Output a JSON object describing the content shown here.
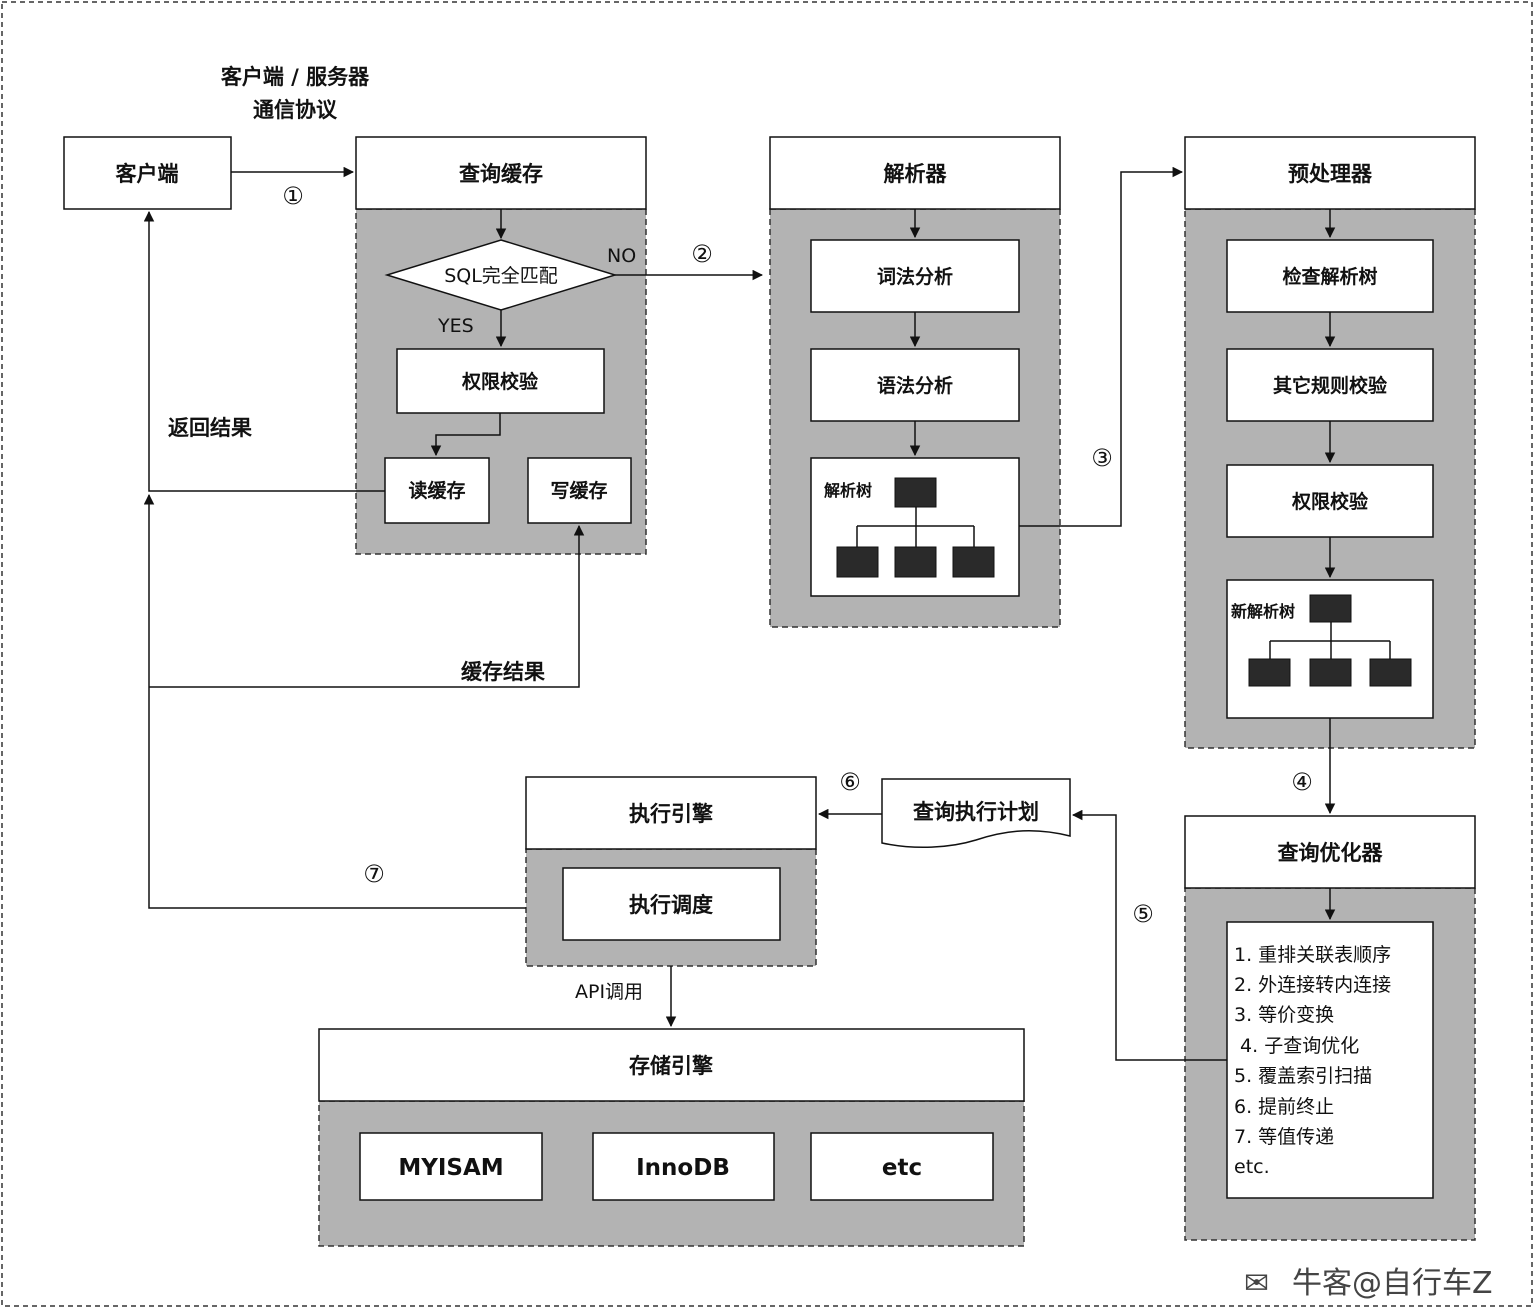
{
  "protocol_label": [
    "客户端 / 服务器",
    "通信协议"
  ],
  "client": "客户端",
  "query_cache": {
    "title": "查询缓存",
    "match": "SQL完全匹配",
    "no": "NO",
    "yes": "YES",
    "permission": "权限校验",
    "read_cache": "读缓存",
    "write_cache": "写缓存"
  },
  "parser": {
    "title": "解析器",
    "lexical": "词法分析",
    "syntax": "语法分析",
    "tree": "解析树"
  },
  "preprocessor": {
    "title": "预处理器",
    "check_tree": "检查解析树",
    "other_rules": "其它规则校验",
    "permission": "权限校验",
    "new_tree": "新解析树"
  },
  "optimizer": {
    "title": "查询优化器",
    "items": [
      "1. 重排关联表顺序",
      "2. 外连接转内连接",
      "3. 等价变换",
      " 4. 子查询优化",
      "5. 覆盖索引扫描",
      "6. 提前终止",
      "7. 等值传递",
      "etc."
    ]
  },
  "plan": "查询执行计划",
  "executor": {
    "title": "执行引擎",
    "dispatch": "执行调度"
  },
  "api_call": "API调用",
  "storage": {
    "title": "存储引擎",
    "engines": [
      "MYISAM",
      "InnoDB",
      "etc"
    ]
  },
  "return_result": "返回结果",
  "cache_result": "缓存结果",
  "steps": [
    "①",
    "②",
    "③",
    "④",
    "⑤",
    "⑥",
    "⑦"
  ],
  "watermark": "牛客@自行车Z"
}
